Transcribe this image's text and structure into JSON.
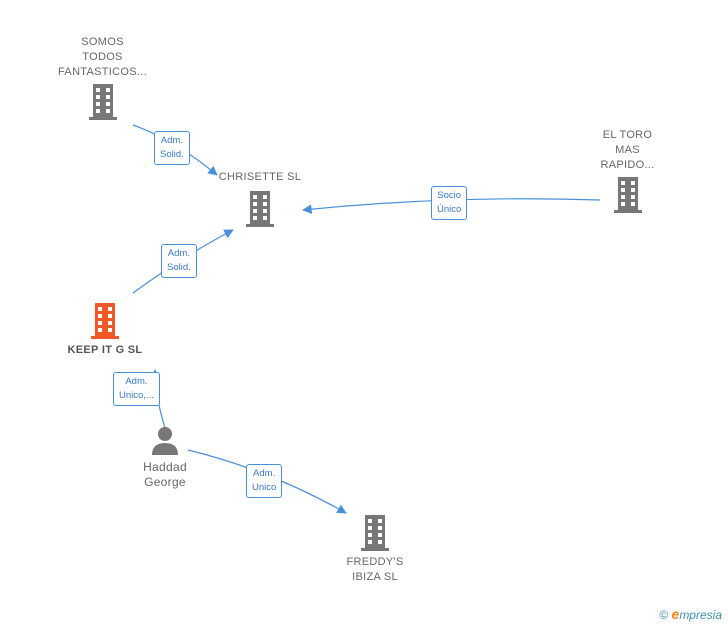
{
  "nodes": {
    "somos": {
      "label": "SOMOS\nTODOS\nFANTASTICOS..."
    },
    "chrisette": {
      "label": "CHRISETTE  SL"
    },
    "eltoro": {
      "label": "EL TORO\nMAS\nRAPIDO..."
    },
    "keepit": {
      "label": "KEEP IT G  SL"
    },
    "haddad": {
      "label": "Haddad\nGeorge"
    },
    "freddys": {
      "label": "FREDDY'S\nIBIZA  SL"
    }
  },
  "relations": {
    "somos_chrisette": "Adm.\nSolid.",
    "keepit_chrisette": "Adm.\nSolid.",
    "eltoro_chrisette": "Socio\nÚnico",
    "haddad_keepit": "Adm.\nUnico,...",
    "haddad_freddys": "Adm.\nUnico"
  },
  "colors": {
    "company": "#777777",
    "main_company": "#f05a28",
    "person": "#777777",
    "edge": "#4a90d9"
  },
  "brand": {
    "copyright": "©",
    "initial": "e",
    "name": "mpresia"
  }
}
